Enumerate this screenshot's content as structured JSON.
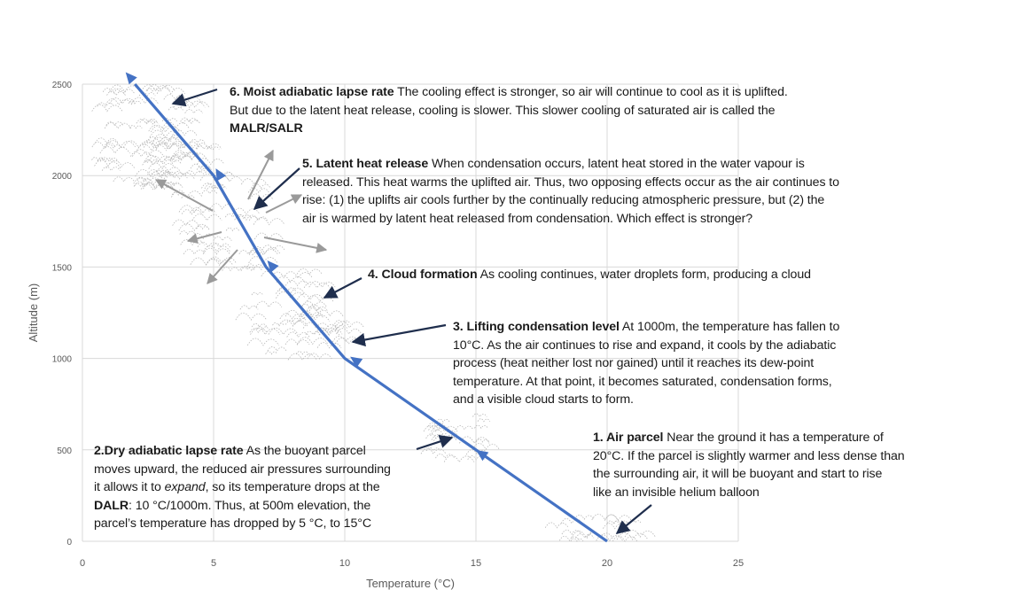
{
  "chart_data": {
    "type": "line",
    "xlabel": "Temperature (°C)",
    "ylabel": "Altitude (m)",
    "xlim": [
      0,
      25
    ],
    "ylim": [
      0,
      2500
    ],
    "xticks": [
      0,
      5,
      10,
      15,
      20,
      25
    ],
    "yticks": [
      0,
      500,
      1000,
      1500,
      2000,
      2500
    ],
    "grid": "horizontal",
    "line_color": "#4472c4",
    "series": [
      {
        "x": [
          20,
          10,
          7,
          5,
          2
        ],
        "y": [
          0,
          1000,
          1500,
          2000,
          2500
        ]
      }
    ],
    "direction_arrows": [
      {
        "x": 15.2,
        "y": 480
      },
      {
        "x": 10.4,
        "y": 990
      },
      {
        "x": 7.2,
        "y": 1510
      },
      {
        "x": 5.2,
        "y": 2010
      },
      {
        "x": 1.8,
        "y": 2540
      }
    ],
    "annotations": [
      {
        "id": "a6",
        "title": "6. Moist adiabatic lapse rate",
        "lines": [
          {
            "b": "6. Moist adiabatic lapse rate",
            "t": " The cooling effect is stronger, so air will continue to cool as it is uplifted."
          },
          {
            "t": "But due to the latent heat release, cooling is slower. This slower cooling of saturated air is called the"
          },
          {
            "b": "MALR/SALR"
          }
        ]
      },
      {
        "id": "a5",
        "title": "5. Latent heat release",
        "lines": [
          {
            "b": "5. Latent heat release",
            "t": " When condensation occurs, latent heat stored in the water vapour is"
          },
          {
            "t": "released. This heat warms the uplifted air. Thus, two opposing effects occur as the air continues to"
          },
          {
            "t": "rise: (1) the uplifts air cools further by the continually reducing atmospheric pressure, but (2) the"
          },
          {
            "t": "air is warmed by latent heat released from condensation. Which effect is stronger?"
          }
        ]
      },
      {
        "id": "a4",
        "title": "4. Cloud formation",
        "lines": [
          {
            "b": "4. Cloud formation",
            "t": " As cooling continues, water droplets form, producing a cloud"
          }
        ]
      },
      {
        "id": "a3",
        "title": "3. Lifting condensation level",
        "lines": [
          {
            "b": "3. Lifting condensation level",
            "t": " At 1000m, the temperature has fallen to"
          },
          {
            "t": "10°C. As the air continues to rise and expand, it cools by the adiabatic"
          },
          {
            "t": "process (heat neither lost nor gained) until it reaches its dew-point"
          },
          {
            "t": "temperature. At that point, it becomes saturated, condensation forms,"
          },
          {
            "t": "and a visible cloud starts to form."
          }
        ]
      },
      {
        "id": "a2",
        "title": "2.Dry adiabatic lapse rate",
        "lines": [
          {
            "b": "2.Dry adiabatic lapse rate",
            "t": " As the buoyant parcel"
          },
          {
            "t": "moves upward, the reduced air pressures surrounding"
          },
          {
            "t": "it allows it to ",
            "i": "expand",
            "t2": ", so its temperature drops at the"
          },
          {
            "b": "DALR",
            "t": ": 10 °C/1000m. Thus, at 500m elevation, the"
          },
          {
            "t": "parcel’s temperature has dropped by 5 °C, to 15°C"
          }
        ]
      },
      {
        "id": "a1",
        "title": "1. Air parcel",
        "lines": [
          {
            "b": "1. Air parcel",
            "t": " Near the ground it has a temperature of"
          },
          {
            "t": "20°C. If the parcel is slightly warmer and less dense than"
          },
          {
            "t": "the surrounding air, it will be buoyant and start to rise"
          },
          {
            "t": "like an invisible helium balloon"
          }
        ]
      }
    ]
  }
}
